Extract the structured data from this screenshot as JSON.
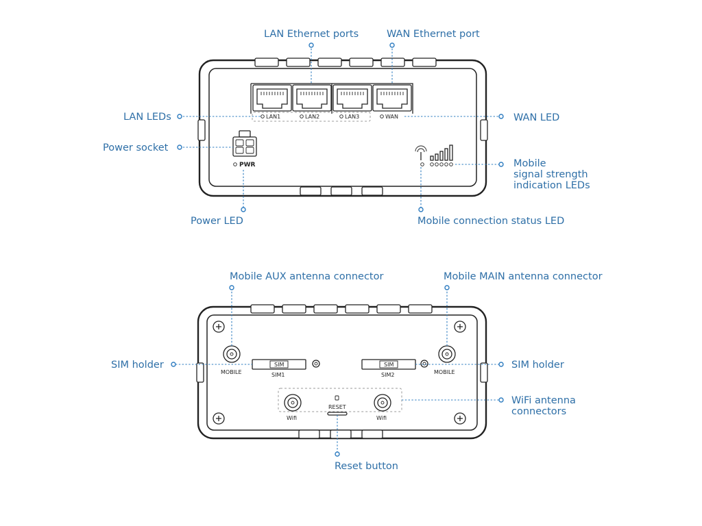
{
  "front": {
    "labels": {
      "lan_ports": "LAN Ethernet ports",
      "wan_port": "WAN Ethernet port",
      "lan_leds": "LAN LEDs",
      "wan_led": "WAN LED",
      "power_socket": "Power socket",
      "mobile_signal_line1": "Mobile",
      "mobile_signal_line2": "signal strength",
      "mobile_signal_line3": "indication LEDs",
      "power_led": "Power LED",
      "mobile_status_led": "Mobile connection status LED"
    },
    "markings": {
      "lan1": "LAN1",
      "lan2": "LAN2",
      "lan3": "LAN3",
      "wan": "WAN",
      "pwr": "PWR"
    }
  },
  "rear": {
    "labels": {
      "aux_antenna": "Mobile AUX antenna connector",
      "main_antenna": "Mobile MAIN antenna connector",
      "sim_holder_left": "SIM holder",
      "sim_holder_right": "SIM holder",
      "wifi_line1": "WiFi antenna",
      "wifi_line2": "connectors",
      "reset_button": "Reset button"
    },
    "markings": {
      "mobile_left": "MOBILE",
      "mobile_right": "MOBILE",
      "sim_tray_left": "SIM",
      "sim_tray_right": "SIM",
      "sim1": "SIM1",
      "sim2": "SIM2",
      "reset": "RESET",
      "wifi_left": "Wifi",
      "wifi_right": "Wifi"
    }
  },
  "colors": {
    "callout_text": "#2e6fa7",
    "leader_line": "#2e7cc0",
    "device_outline": "#222222"
  }
}
